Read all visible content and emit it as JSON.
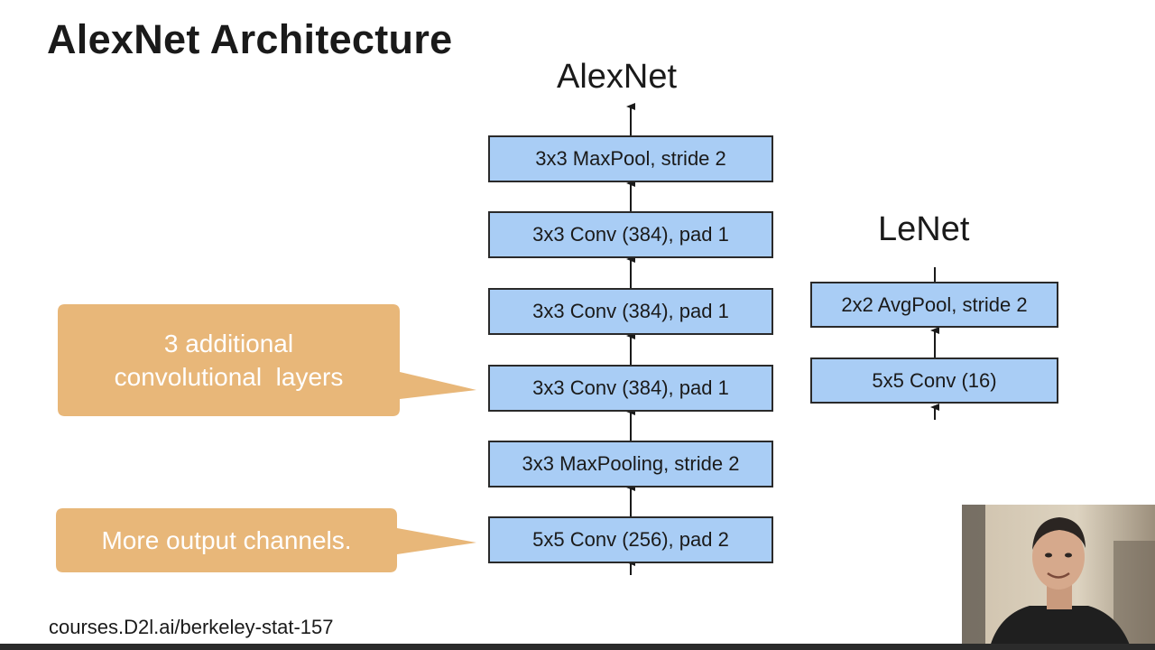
{
  "slide": {
    "title": "AlexNet Architecture",
    "footer_url": "courses.D2l.ai/berkeley-stat-157"
  },
  "alexnet": {
    "label": "AlexNet",
    "layers": [
      "3x3 MaxPool, stride 2",
      "3x3 Conv (384), pad 1",
      "3x3 Conv (384), pad 1",
      "3x3 Conv (384), pad 1",
      "3x3 MaxPooling, stride 2",
      "5x5 Conv (256), pad 2"
    ]
  },
  "lenet": {
    "label": "LeNet",
    "layers": [
      "2x2 AvgPool, stride 2",
      "5x5 Conv (16)"
    ]
  },
  "callouts": {
    "additional_layers": {
      "line1": "3 additional",
      "line2": "convolutional  layers"
    },
    "output_channels": "More output channels."
  },
  "colors": {
    "layer_fill": "#a9cdf5",
    "callout_fill": "#e8b779"
  }
}
